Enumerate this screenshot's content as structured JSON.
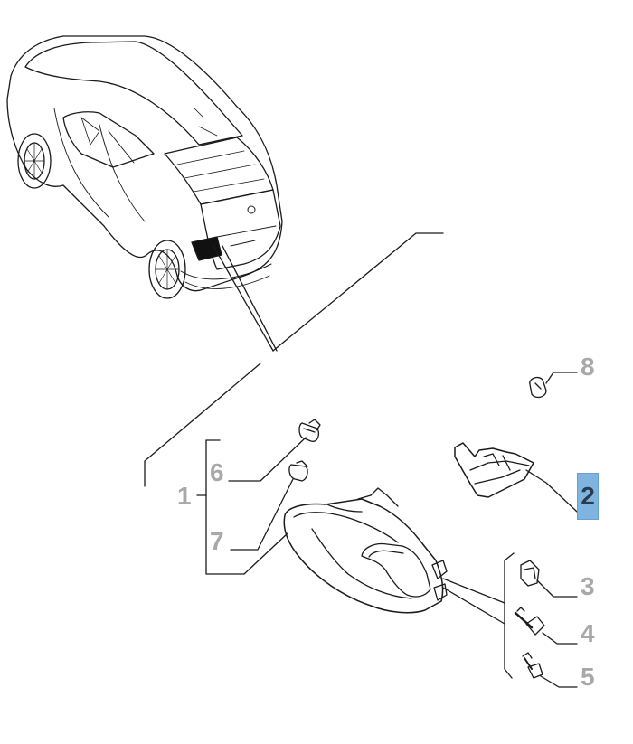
{
  "callouts": {
    "c1": "1",
    "c2": "2",
    "c3": "3",
    "c4": "4",
    "c5": "5",
    "c6": "6",
    "c7": "7",
    "c8": "8"
  },
  "colors": {
    "line": "#1a1a1a",
    "callout_text": "#a8a8a8",
    "selected_fill": "#7fb3e0",
    "selected_text": "#2a3a4f"
  }
}
